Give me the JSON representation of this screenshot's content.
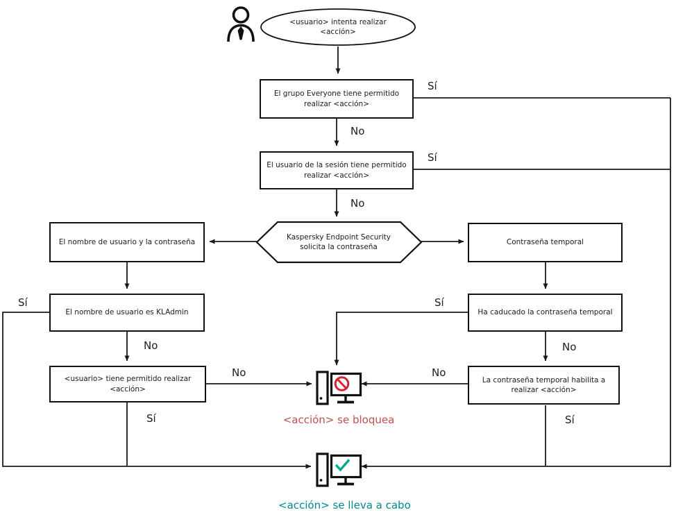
{
  "diagram": {
    "nodes": {
      "start": "<usuario> intenta realizar <acción>",
      "group_everyone": "El grupo Everyone tiene permitido realizar <acción>",
      "session_user": "El usuario de la sesión tiene permitido realizar <acción>",
      "kes_prompt": "Kaspersky Endpoint Security solicita la contraseña",
      "username_password": "El nombre de usuario y la contraseña",
      "username_kladmin": "El nombre de usuario es KLAdmin",
      "user_allowed": "<usuario> tiene permitido realizar <acción>",
      "temp_password": "Contraseña temporal",
      "temp_expired": "Ha caducado la contraseña temporal",
      "temp_allows": "La contraseña temporal habilita a realizar <acción>",
      "blocked_caption": "<acción> se bloquea",
      "performed_caption": "<acción> se lleva a cabo"
    },
    "edge_labels": {
      "yes": "Sí",
      "no": "No"
    },
    "icons": {
      "user": "user-icon",
      "blocked": "computer-blocked-icon",
      "success": "computer-success-icon"
    },
    "colors": {
      "line": "#1a1a1a",
      "box_border": "#111111",
      "blocked_sign_red": "#d32230",
      "blocked_text_red": "#c0504d",
      "success_check_teal": "#00a88e",
      "success_text_teal": "#008b8b"
    },
    "edges": [
      {
        "from": "start",
        "to": "group_everyone",
        "label": ""
      },
      {
        "from": "group_everyone",
        "to": "performed",
        "label": "Sí"
      },
      {
        "from": "group_everyone",
        "to": "session_user",
        "label": "No"
      },
      {
        "from": "session_user",
        "to": "performed",
        "label": "Sí"
      },
      {
        "from": "session_user",
        "to": "kes_prompt",
        "label": "No"
      },
      {
        "from": "kes_prompt",
        "to": "username_password",
        "label": ""
      },
      {
        "from": "kes_prompt",
        "to": "temp_password",
        "label": ""
      },
      {
        "from": "username_password",
        "to": "username_kladmin",
        "label": ""
      },
      {
        "from": "username_kladmin",
        "to": "performed",
        "label": "Sí"
      },
      {
        "from": "username_kladmin",
        "to": "user_allowed",
        "label": "No"
      },
      {
        "from": "user_allowed",
        "to": "blocked",
        "label": "No"
      },
      {
        "from": "user_allowed",
        "to": "performed",
        "label": "Sí"
      },
      {
        "from": "temp_password",
        "to": "temp_expired",
        "label": ""
      },
      {
        "from": "temp_expired",
        "to": "blocked",
        "label": "Sí"
      },
      {
        "from": "temp_expired",
        "to": "temp_allows",
        "label": "No"
      },
      {
        "from": "temp_allows",
        "to": "blocked",
        "label": "No"
      },
      {
        "from": "temp_allows",
        "to": "performed",
        "label": "Sí"
      }
    ]
  }
}
